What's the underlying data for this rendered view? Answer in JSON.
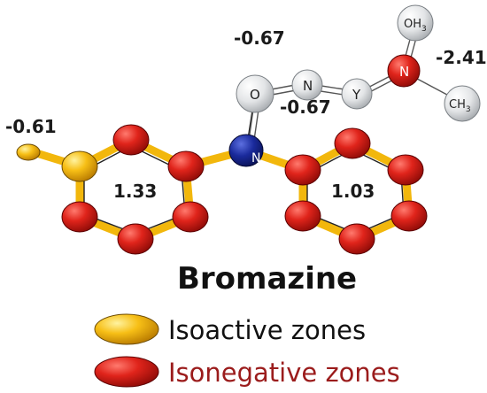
{
  "title": "Bromazine",
  "ring_values": {
    "left": "1.33",
    "right": "1.03"
  },
  "annotations": {
    "top_left": "-0.67",
    "chain_middle": "-0.67",
    "right": "-2.41",
    "left": "-0.61"
  },
  "atoms": {
    "ring_nitrogen": "N",
    "chain_oxygen": "O",
    "chain_nitrogen": "N",
    "chain_y": "Y",
    "terminal_nitrogen": "N",
    "methyl_top": "OH",
    "methyl_top_sub": "3",
    "methyl_right": "CH",
    "methyl_right_sub": "3"
  },
  "legend": [
    {
      "label": "Isoactive zones",
      "color": "#f5c600"
    },
    {
      "label": "Isonegative zones",
      "color": "#d81c14"
    }
  ],
  "colors": {
    "isonegative": "#d81c14",
    "isoactive": "#f5b400",
    "nitrogen": "#1c2fa6",
    "neutral": "#d8dadc"
  }
}
